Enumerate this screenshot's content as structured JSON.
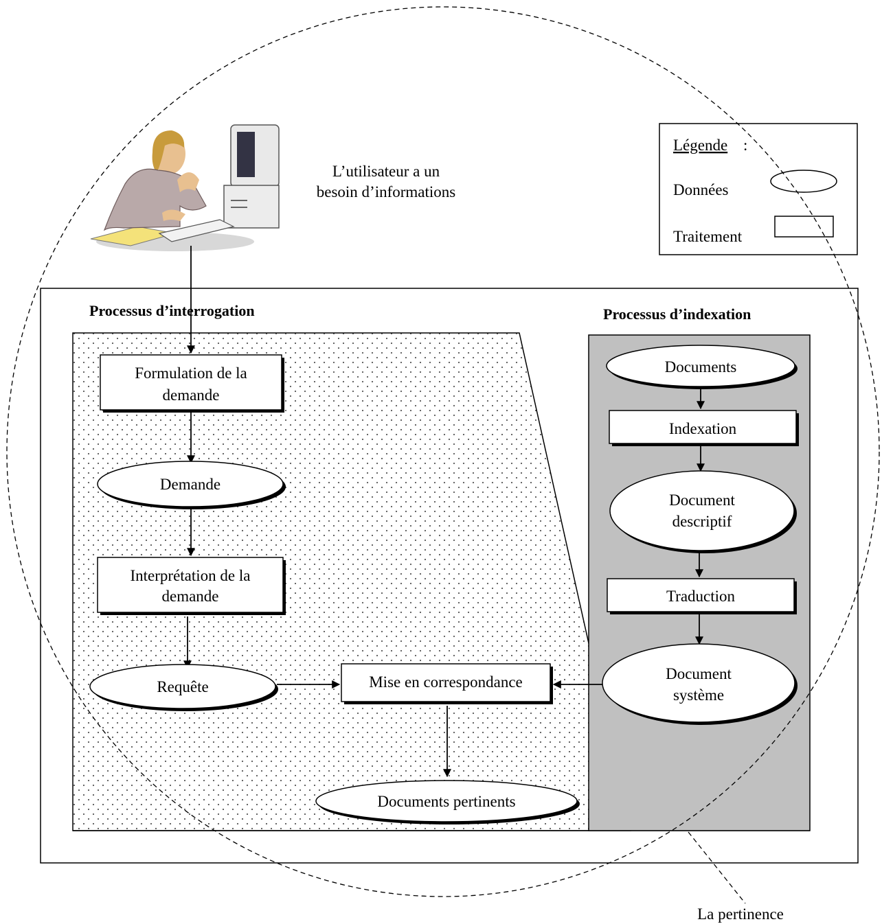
{
  "user_caption_line1": "L’utilisateur a un",
  "user_caption_line2": "besoin d’informations",
  "legend": {
    "title": "Légende",
    "colon": ":",
    "data_label": "Données",
    "process_label": "Traitement"
  },
  "query_process": {
    "title": "Processus d’interrogation",
    "formulation_line1": "Formulation de la",
    "formulation_line2": "demande",
    "demande": "Demande",
    "interpretation_line1": "Interprétation de la",
    "interpretation_line2": "demande",
    "requete": "Requête",
    "matching": "Mise en correspondance",
    "relevant_docs": "Documents pertinents"
  },
  "index_process": {
    "title": "Processus d’indexation",
    "documents": "Documents",
    "indexation": "Indexation",
    "descriptive_line1": "Document",
    "descriptive_line2": "descriptif",
    "traduction": "Traduction",
    "system_line1": "Document",
    "system_line2": "système"
  },
  "relevance_label": "La pertinence",
  "colors": {
    "index_panel": "#c0c0c0",
    "dot_pattern": "#555555",
    "legend_border": "#000000"
  }
}
